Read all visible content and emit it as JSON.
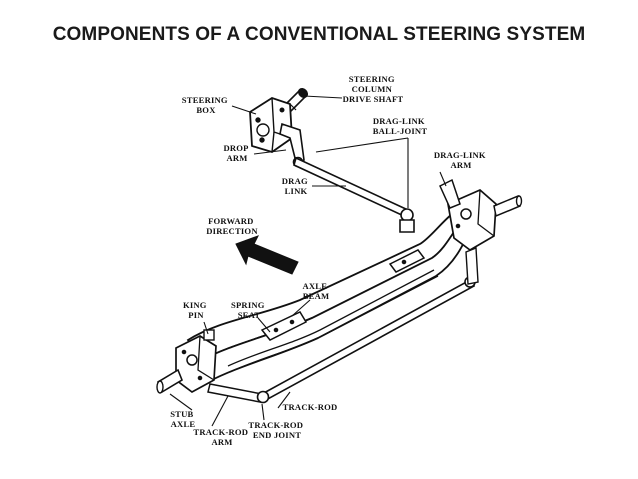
{
  "slide": {
    "title": "COMPONENTS OF A CONVENTIONAL STEERING SYSTEM"
  },
  "diagram": {
    "labels": {
      "steering_box": [
        "STEERING",
        "BOX"
      ],
      "steering_column": [
        "STEERING",
        "COLUMN",
        "DRIVE SHAFT"
      ],
      "drag_link_ball_joint": [
        "DRAG-LINK",
        "BALL-JOINT"
      ],
      "drop_arm": [
        "DROP",
        "ARM"
      ],
      "drag_link_arm": [
        "DRAG-LINK",
        "ARM"
      ],
      "drag_link": [
        "DRAG",
        "LINK"
      ],
      "forward_direction": [
        "FORWARD",
        "DIRECTION"
      ],
      "king_pin": [
        "KING",
        "PIN"
      ],
      "spring_seat": [
        "SPRING",
        "SEAT"
      ],
      "axle_beam": [
        "AXLE",
        "BEAM"
      ],
      "stub_axle": [
        "STUB",
        "AXLE"
      ],
      "track_rod": [
        "TRACK-ROD"
      ],
      "track_rod_arm": [
        "TRACK-ROD",
        "ARM"
      ],
      "track_rod_end_joint": [
        "TRACK-ROD",
        "END JOINT"
      ]
    }
  }
}
